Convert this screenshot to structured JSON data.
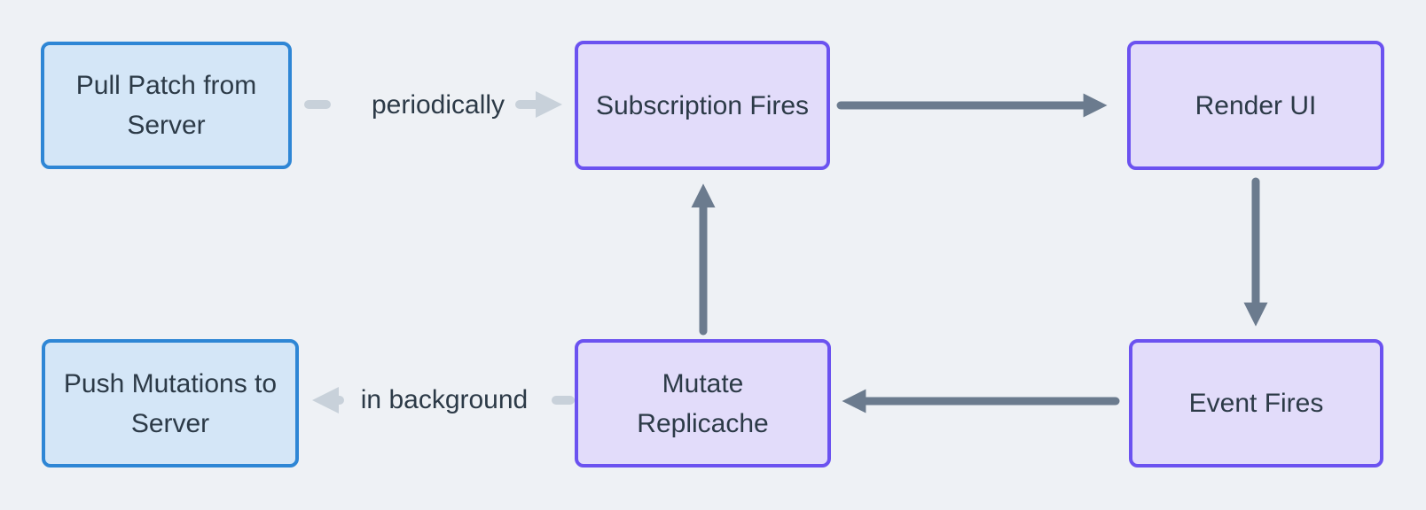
{
  "diagram": {
    "nodes": [
      {
        "id": "pull-patch-from-server",
        "label": "Pull Patch from Server",
        "variant": "blue"
      },
      {
        "id": "subscription-fires",
        "label": "Subscription Fires",
        "variant": "purple"
      },
      {
        "id": "render-ui",
        "label": "Render UI",
        "variant": "purple"
      },
      {
        "id": "push-mutations-to-server",
        "label": "Push Mutations to Server",
        "variant": "blue"
      },
      {
        "id": "mutate-replicache",
        "label": "Mutate Replicache",
        "variant": "purple"
      },
      {
        "id": "event-fires",
        "label": "Event Fires",
        "variant": "purple"
      }
    ],
    "edges": [
      {
        "from": "pull-patch-from-server",
        "to": "subscription-fires",
        "label": "periodically",
        "style": "light"
      },
      {
        "from": "subscription-fires",
        "to": "render-ui",
        "label": "",
        "style": "dark"
      },
      {
        "from": "render-ui",
        "to": "event-fires",
        "label": "",
        "style": "dark"
      },
      {
        "from": "event-fires",
        "to": "mutate-replicache",
        "label": "",
        "style": "dark"
      },
      {
        "from": "mutate-replicache",
        "to": "subscription-fires",
        "label": "",
        "style": "dark"
      },
      {
        "from": "mutate-replicache",
        "to": "push-mutations-to-server",
        "label": "in background",
        "style": "light"
      }
    ]
  },
  "colors": {
    "canvas-bg": "#eef1f5",
    "blue-node-fill": "#d4e6f7",
    "blue-node-border": "#2e86d5",
    "purple-node-fill": "#e2dcfa",
    "purple-node-border": "#6b52f0",
    "arrow-dark": "#6b7b8e",
    "arrow-light": "#c8d1da",
    "text": "#2c3a47"
  }
}
